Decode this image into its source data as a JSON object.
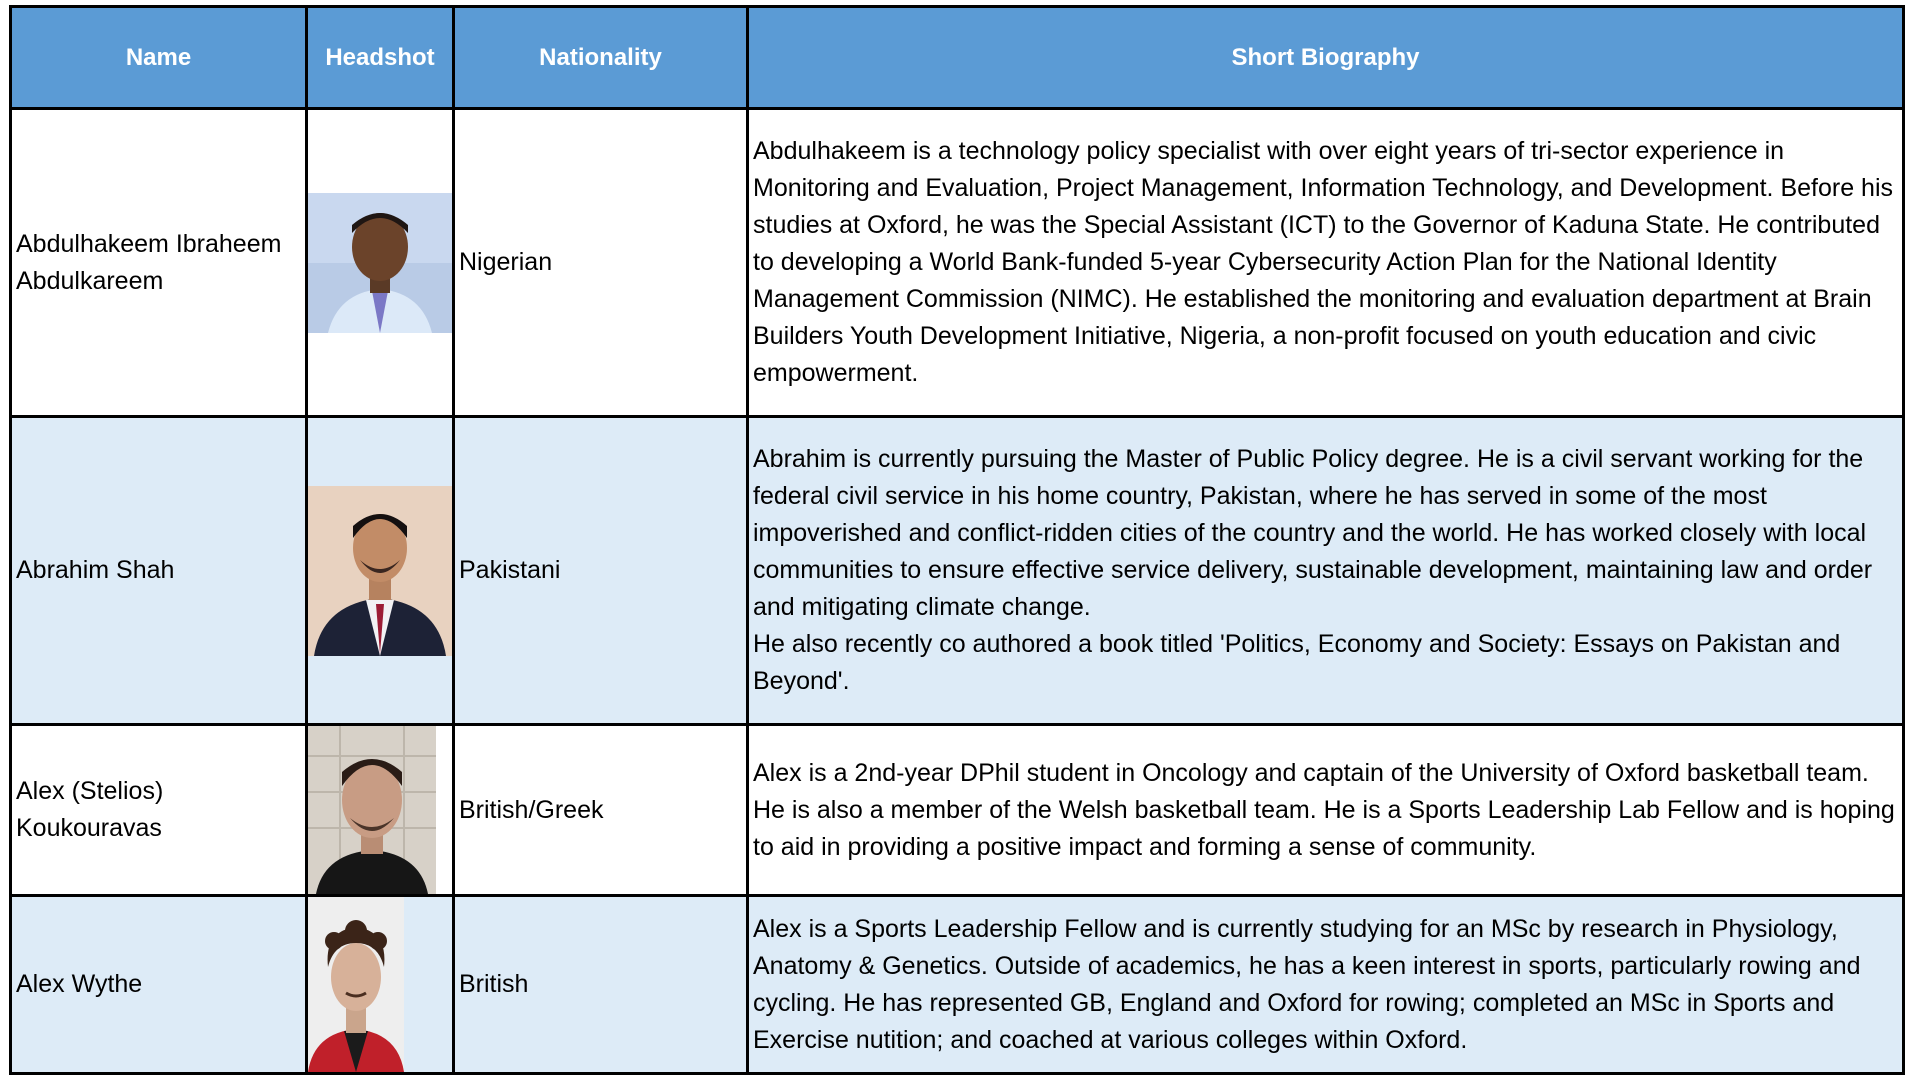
{
  "headers": {
    "name": "Name",
    "headshot": "Headshot",
    "nationality": "Nationality",
    "biography": "Short Biography"
  },
  "rows": [
    {
      "name_lines": [
        "Abdulhakeem Ibraheem",
        "Abdulkareem"
      ],
      "headshot_icon": "portrait-man-light-blue-shirt",
      "nationality": "Nigerian",
      "bio_lines": [
        "Abdulhakeem is a technology policy specialist with over eight years of tri-sector experience in Monitoring and Evaluation, Project Management, Information Technology, and Development. Before his studies at Oxford, he was the Special Assistant (ICT) to the Governor of Kaduna State. He contributed to developing a World Bank-funded 5-year Cybersecurity Action Plan for the National Identity Management Commission (NIMC).  He established the monitoring and evaluation department at Brain Builders Youth Development Initiative, Nigeria, a non-profit focused on youth education and civic empowerment."
      ]
    },
    {
      "name_lines": [
        "Abrahim Shah"
      ],
      "headshot_icon": "portrait-man-navy-suit",
      "nationality": "Pakistani",
      "bio_lines": [
        "Abrahim is currently pursuing the Master of Public Policy degree.  He is a civil servant working for the federal civil service in his home country, Pakistan, where he has served in some of the most impoverished and conflict-ridden cities of the country and the world. He has worked closely with local communities to ensure effective service delivery, sustainable development, maintaining law and order and mitigating climate change.",
        "He also recently co authored a book titled 'Politics, Economy and Society: Essays on Pakistan and Beyond'."
      ]
    },
    {
      "name_lines": [
        "Alex (Stelios)",
        "Koukouravas"
      ],
      "headshot_icon": "portrait-man-dark-shirt-tiled-wall",
      "nationality": "British/Greek",
      "bio_lines": [
        "Alex is a 2nd-year DPhil student in Oncology and captain of the University of Oxford basketball team. He is also a member of the Welsh basketball team. He is a Sports Leadership Lab Fellow and is hoping to aid in providing a positive impact and forming a sense of community."
      ]
    },
    {
      "name_lines": [
        "Alex Wythe"
      ],
      "headshot_icon": "portrait-man-curly-hair-red-jacket",
      "nationality": "British",
      "bio_lines": [
        "Alex is a Sports Leadership Fellow and is currently studying for an MSc by research in Physiology, Anatomy & Genetics. Outside of academics, he has a keen interest in sports, particularly rowing and cycling. He has represented GB, England and Oxford for rowing; completed an MSc in Sports and Exercise nutition; and coached at various colleges within Oxford."
      ]
    }
  ],
  "colors": {
    "header_bg": "#5b9bd5",
    "header_text": "#ffffff",
    "alt_row_bg": "#ddebf7",
    "grid": "#000000"
  }
}
